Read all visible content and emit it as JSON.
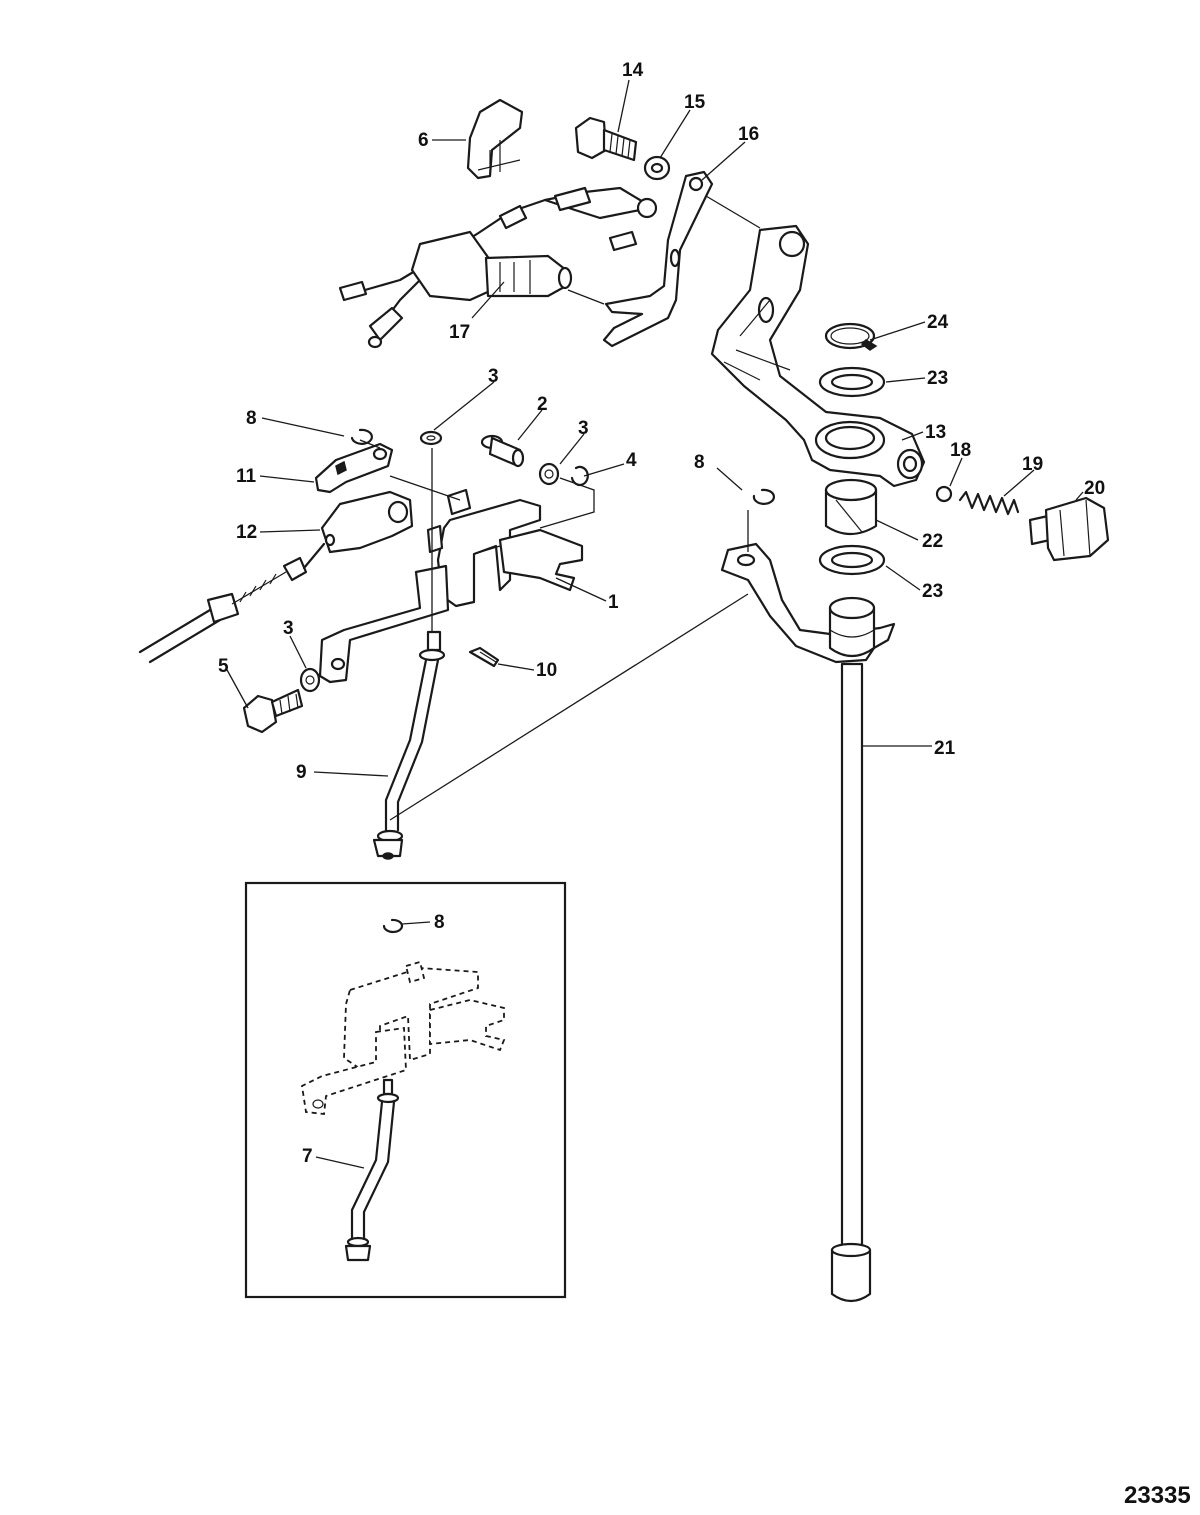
{
  "figure_number": "23335",
  "callouts": [
    {
      "id": "c14",
      "label": "14"
    },
    {
      "id": "c15",
      "label": "15"
    },
    {
      "id": "c16",
      "label": "16"
    },
    {
      "id": "c6",
      "label": "6"
    },
    {
      "id": "c17",
      "label": "17"
    },
    {
      "id": "c24",
      "label": "24"
    },
    {
      "id": "c23a",
      "label": "23"
    },
    {
      "id": "c13",
      "label": "13"
    },
    {
      "id": "c18",
      "label": "18"
    },
    {
      "id": "c19",
      "label": "19"
    },
    {
      "id": "c20",
      "label": "20"
    },
    {
      "id": "c22",
      "label": "22"
    },
    {
      "id": "c23b",
      "label": "23"
    },
    {
      "id": "c8a",
      "label": "8"
    },
    {
      "id": "c8b",
      "label": "8"
    },
    {
      "id": "c3a",
      "label": "3"
    },
    {
      "id": "c2",
      "label": "2"
    },
    {
      "id": "c3b",
      "label": "3"
    },
    {
      "id": "c4",
      "label": "4"
    },
    {
      "id": "c11",
      "label": "11"
    },
    {
      "id": "c12",
      "label": "12"
    },
    {
      "id": "c1",
      "label": "1"
    },
    {
      "id": "c3c",
      "label": "3"
    },
    {
      "id": "c5",
      "label": "5"
    },
    {
      "id": "c10",
      "label": "10"
    },
    {
      "id": "c9",
      "label": "9"
    },
    {
      "id": "c21",
      "label": "21"
    },
    {
      "id": "c8c",
      "label": "8"
    },
    {
      "id": "c7",
      "label": "7"
    }
  ]
}
